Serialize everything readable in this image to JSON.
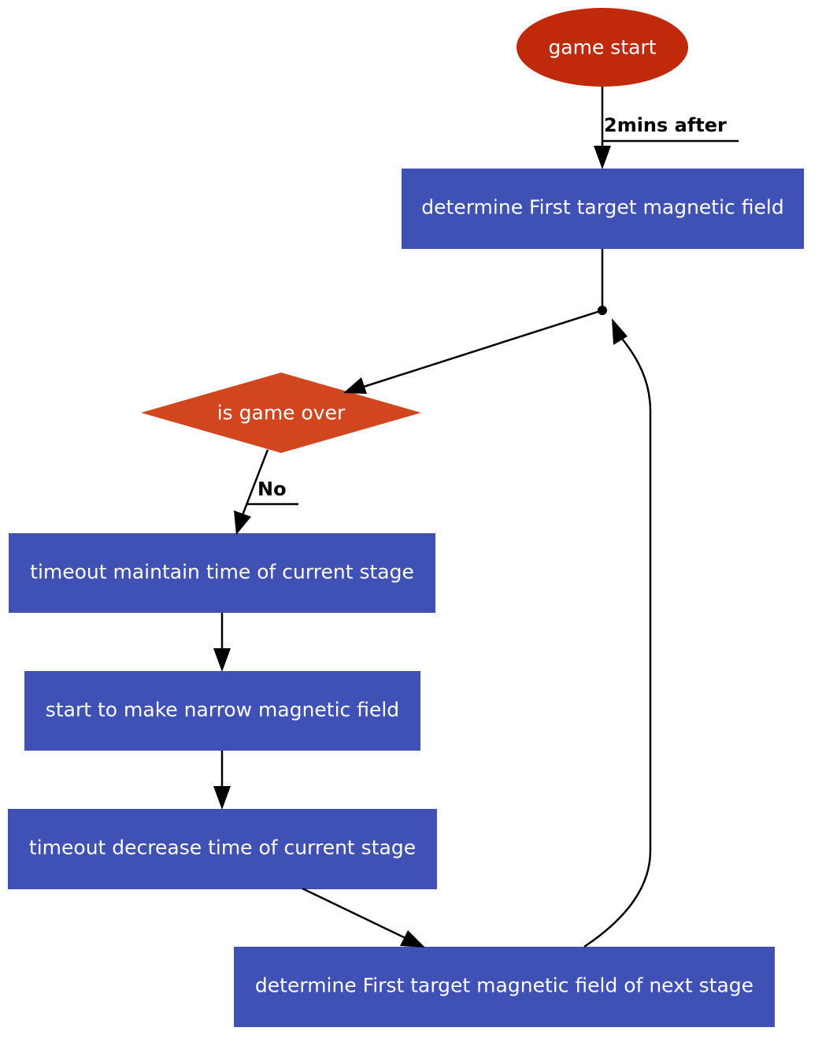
{
  "colors": {
    "process": "#3f51b5",
    "start": "#c1290b",
    "decision": "#d1461e",
    "edge": "#000000",
    "node_text": "#ffffff"
  },
  "nodes": {
    "game_start": {
      "label": "game start",
      "shape": "ellipse"
    },
    "determine_first": {
      "label": "determine First target magnetic field",
      "shape": "rectangle"
    },
    "junction": {
      "label": "",
      "shape": "point"
    },
    "is_game_over": {
      "label": "is game over",
      "shape": "diamond"
    },
    "timeout_maintain": {
      "label": "timeout maintain time of current stage",
      "shape": "rectangle"
    },
    "start_narrow": {
      "label": "start to make narrow magnetic field",
      "shape": "rectangle"
    },
    "timeout_decrease": {
      "label": "timeout decrease time of current stage",
      "shape": "rectangle"
    },
    "determine_next": {
      "label": "determine First target magnetic field of next stage",
      "shape": "rectangle"
    }
  },
  "edges": [
    {
      "from": "game_start",
      "to": "determine_first",
      "label": "2mins after"
    },
    {
      "from": "determine_first",
      "to": "junction",
      "label": ""
    },
    {
      "from": "junction",
      "to": "is_game_over",
      "label": ""
    },
    {
      "from": "is_game_over",
      "to": "timeout_maintain",
      "label": "No"
    },
    {
      "from": "timeout_maintain",
      "to": "start_narrow",
      "label": ""
    },
    {
      "from": "start_narrow",
      "to": "timeout_decrease",
      "label": ""
    },
    {
      "from": "timeout_decrease",
      "to": "determine_next",
      "label": ""
    },
    {
      "from": "determine_next",
      "to": "junction",
      "label": ""
    }
  ]
}
